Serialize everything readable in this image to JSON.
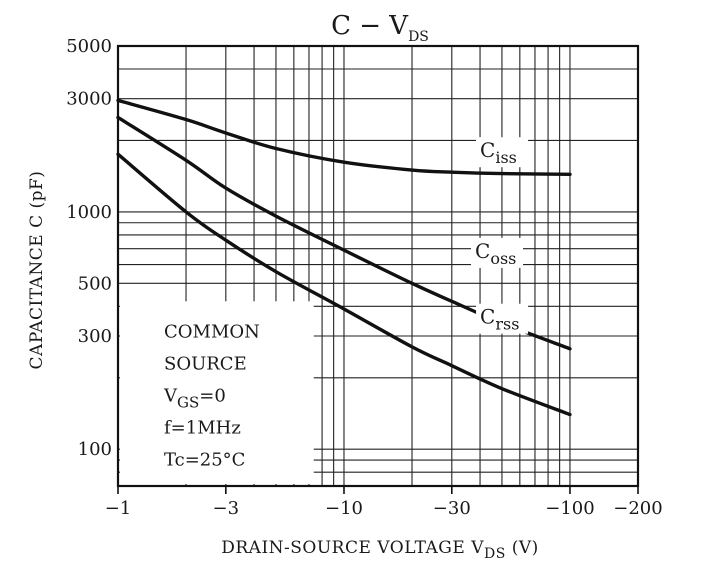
{
  "chart_data": {
    "type": "line",
    "title": {
      "main": "C − V",
      "sub": "DS"
    },
    "xlabel": {
      "main": "DRAIN-SOURCE VOLTAGE  V",
      "sub": "DS",
      "unit": "(V)"
    },
    "ylabel": "CAPACITANCE  C  (pF)",
    "x_scale": "log",
    "y_scale": "log",
    "xlim": [
      -1,
      -200
    ],
    "ylim": [
      70,
      5000
    ],
    "x_ticks": [
      {
        "value": -1,
        "label": "−1"
      },
      {
        "value": -3,
        "label": "−3"
      },
      {
        "value": -10,
        "label": "−10"
      },
      {
        "value": -30,
        "label": "−30"
      },
      {
        "value": -100,
        "label": "−100"
      },
      {
        "value": -200,
        "label": "−200"
      }
    ],
    "y_ticks": [
      {
        "value": 5000,
        "label": "5000"
      },
      {
        "value": 3000,
        "label": "3000"
      },
      {
        "value": 1000,
        "label": "1000"
      },
      {
        "value": 500,
        "label": "500"
      },
      {
        "value": 300,
        "label": "300"
      },
      {
        "value": 100,
        "label": "100"
      }
    ],
    "grid": true,
    "series": [
      {
        "name": "C",
        "name_sub": "iss",
        "x": [
          -1,
          -2,
          -3,
          -5,
          -10,
          -20,
          -30,
          -50,
          -100
        ],
        "y": [
          2950,
          2450,
          2150,
          1850,
          1620,
          1500,
          1470,
          1450,
          1440
        ]
      },
      {
        "name": "C",
        "name_sub": "oss",
        "x": [
          -1,
          -2,
          -3,
          -5,
          -10,
          -20,
          -30,
          -50,
          -100
        ],
        "y": [
          2500,
          1650,
          1260,
          960,
          690,
          500,
          420,
          340,
          265
        ]
      },
      {
        "name": "C",
        "name_sub": "rss",
        "x": [
          -1,
          -2,
          -3,
          -5,
          -10,
          -20,
          -30,
          -50,
          -100
        ],
        "y": [
          1750,
          1000,
          760,
          560,
          390,
          270,
          225,
          180,
          140
        ]
      }
    ],
    "annotation": {
      "lines": [
        {
          "text": "COMMON"
        },
        {
          "text": "SOURCE"
        },
        {
          "text": "V",
          "sub": "GS",
          "suffix": "=0"
        },
        {
          "text": "f=1MHz"
        },
        {
          "text": "Tc=25°C"
        }
      ]
    }
  }
}
